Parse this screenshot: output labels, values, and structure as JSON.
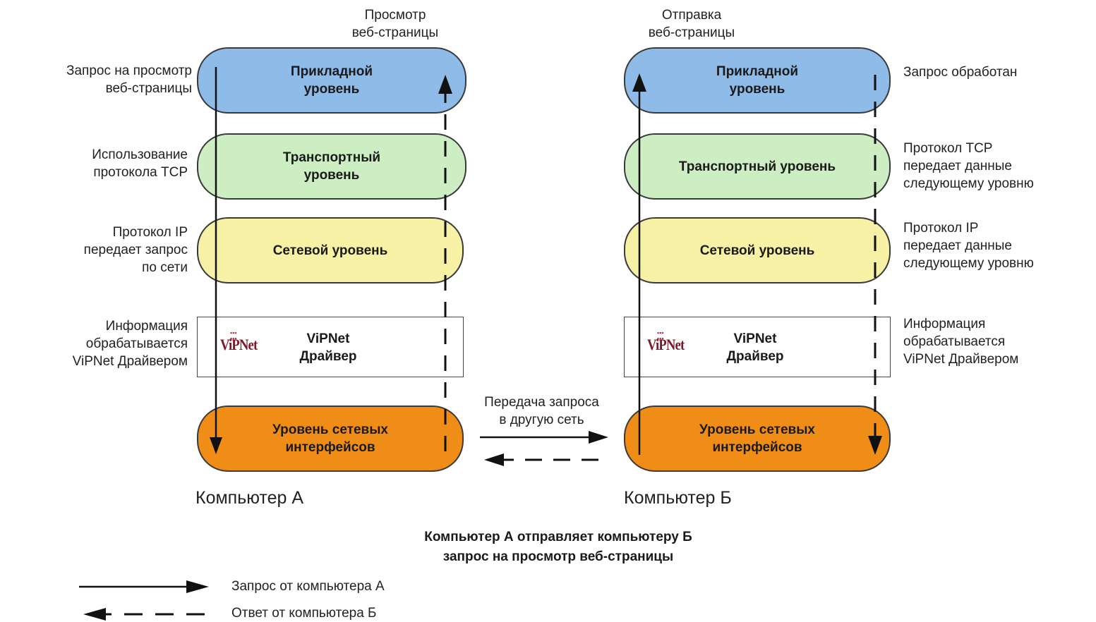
{
  "left": {
    "top_label": "Просмотр\nвеб-страницы",
    "side_labels": [
      "Запрос на просмотр\nвеб-страницы",
      "Использование\nпротокола TCP",
      "Протокол IP\nпередает запрос\nпо сети",
      "Информация\nобрабатывается\nViPNet Драйвером"
    ],
    "layers": [
      "Прикладной\nуровень",
      "Транспортный\nуровень",
      "Сетевой уровень",
      "Уровень сетевых\nинтерфейсов"
    ],
    "driver_text": "ViPNet\nДрайвер",
    "computer": "Компьютер А"
  },
  "right": {
    "top_label": "Отправка\nвеб-страницы",
    "side_labels": [
      "Запрос обработан",
      "Протокол TCP\nпередает данные\nследующему уровню",
      "Протокол IP\nпередает данные\nследующему уровню",
      "Информация\nобрабатывается\nViPNet Драйвером"
    ],
    "layers": [
      "Прикладной\nуровень",
      "Транспортный уровень",
      "Сетевой уровень",
      "Уровень сетевых\nинтерфейсов"
    ],
    "driver_text": "ViPNet\nДрайвер",
    "computer": "Компьютер Б"
  },
  "middle_label": "Передача запроса\nв другую сеть",
  "logo_text": "ViPNet",
  "caption": "Компьютер А отправляет компьютеру Б\nзапрос на просмотр веб-страницы",
  "legend": {
    "request": "Запрос от компьютера А",
    "response": "Ответ от компьютера Б"
  },
  "colors": {
    "application": "#8fbbe9",
    "transport": "#cdeec3",
    "network": "#f6f1a4",
    "interface": "#f08d16"
  }
}
